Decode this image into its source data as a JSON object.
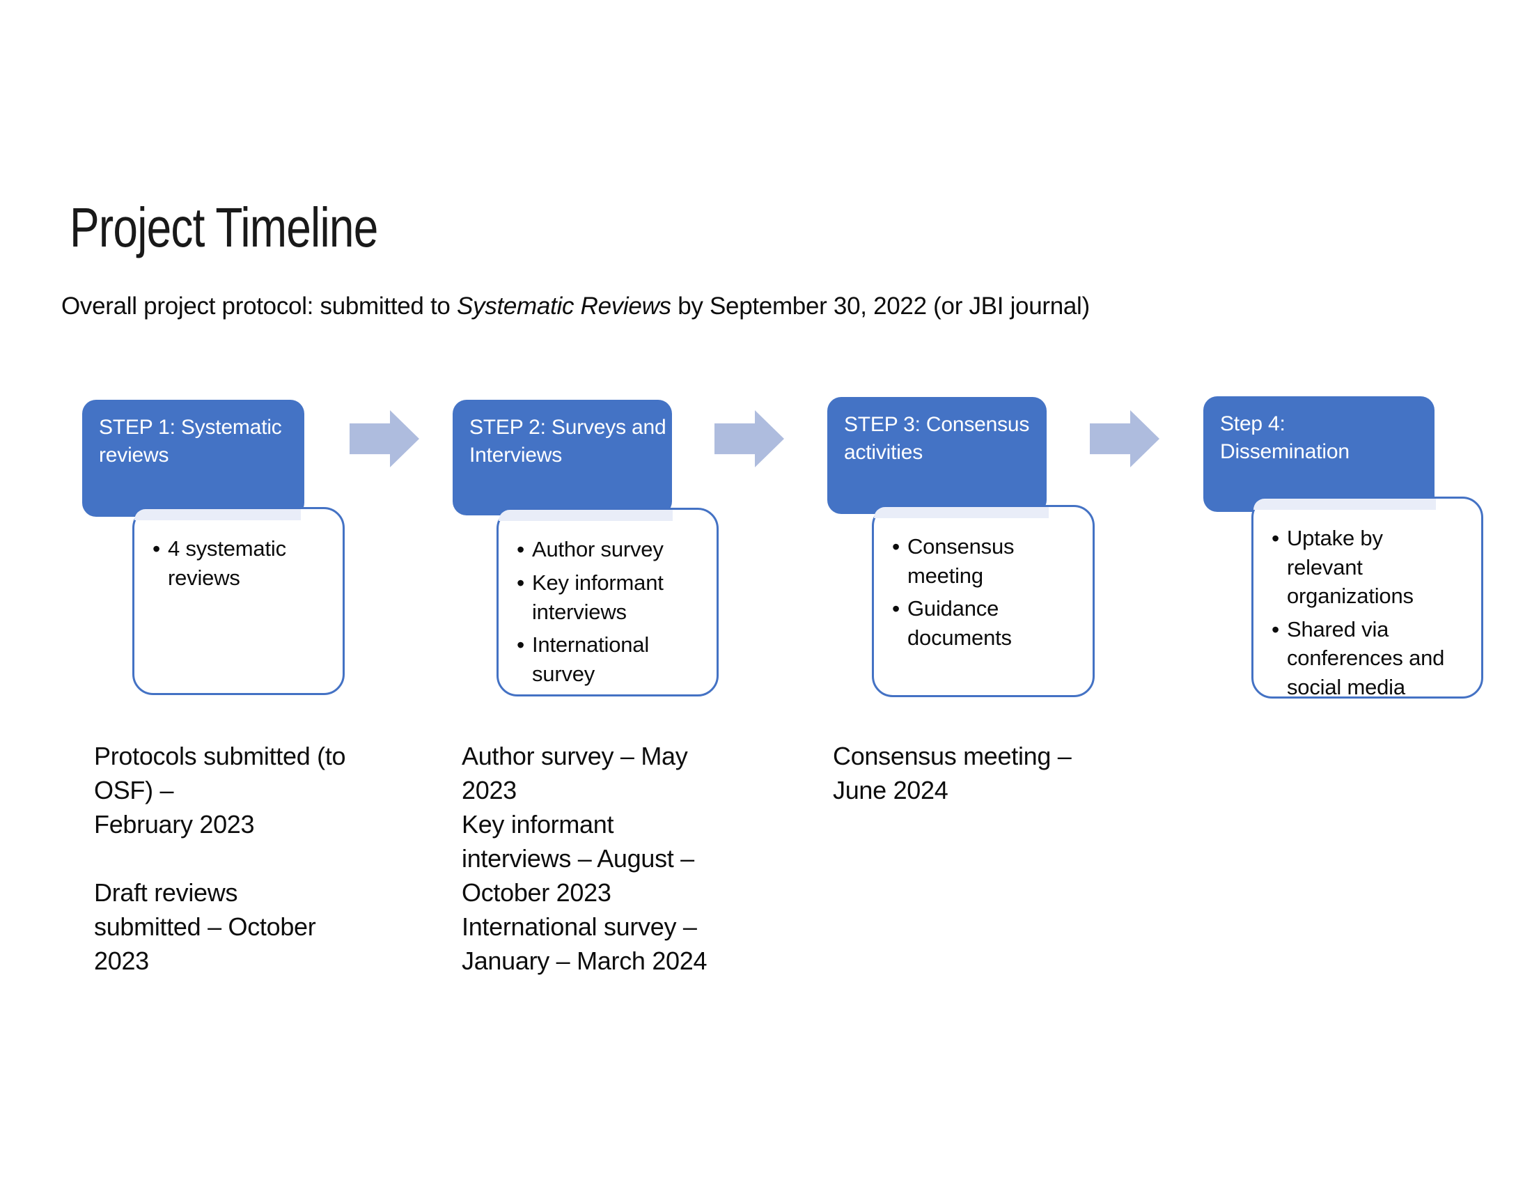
{
  "slide": {
    "title": "Project Timeline",
    "subtitle": {
      "prefix": "Overall project protocol: submitted to ",
      "italic": "Systematic Reviews",
      "suffix": " by September 30, 2022 (or JBI journal)"
    },
    "steps": [
      {
        "title": "STEP 1: Systematic\nreviews",
        "bullets": [
          "4 systematic\nreviews"
        ],
        "timeline": "Protocols submitted (to\nOSF) –\nFebruary 2023\n\nDraft reviews\nsubmitted – October\n2023"
      },
      {
        "title": "STEP 2: Surveys and\nInterviews",
        "bullets": [
          "Author survey",
          "Key informant\ninterviews",
          "International\nsurvey"
        ],
        "timeline": "Author survey – May\n2023\nKey informant\ninterviews – August –\nOctober 2023\nInternational survey –\nJanuary – March 2024"
      },
      {
        "title": "STEP 3: Consensus\nactivities",
        "bullets": [
          "Consensus\nmeeting",
          "Guidance\ndocuments"
        ],
        "timeline": "Consensus meeting –\nJune 2024"
      },
      {
        "title": "Step 4:\nDissemination",
        "bullets": [
          "Uptake by\nrelevant\norganizations",
          "Shared via\nconferences and\nsocial media"
        ]
      }
    ],
    "bullet_glyph": "•",
    "colors": {
      "step_fill": "#4473c5",
      "arrow_fill": "#aebcde",
      "card_border": "#4472c4",
      "card_tint": "#e9edf8"
    }
  }
}
